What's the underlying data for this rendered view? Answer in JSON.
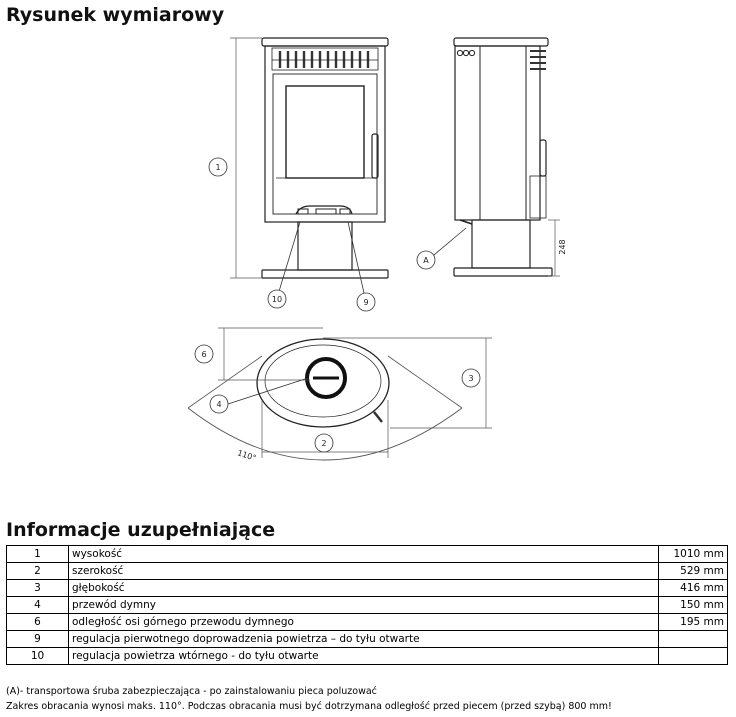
{
  "heading_dimensions": "Rysunek wymiarowy",
  "heading_info": "Informacje uzupełniające",
  "diagram": {
    "callouts": [
      "1",
      "2",
      "3",
      "4",
      "6",
      "9",
      "10",
      "A"
    ],
    "dimension_248": "248",
    "angle_label": "110°"
  },
  "table": [
    {
      "num": "1",
      "desc": "wysokość",
      "value": "1010 mm"
    },
    {
      "num": "2",
      "desc": "szerokość",
      "value": "529 mm"
    },
    {
      "num": "3",
      "desc": "głębokość",
      "value": "416 mm"
    },
    {
      "num": "4",
      "desc": "przewód dymny",
      "value": "150 mm"
    },
    {
      "num": "6",
      "desc": "odległość osi górnego przewodu dymnego",
      "value": "195 mm"
    },
    {
      "num": "9",
      "desc": "regulacja pierwotnego doprowadzenia powietrza – do tyłu otwarte",
      "value": ""
    },
    {
      "num": "10",
      "desc": "regulacja powietrza wtórnego - do tyłu otwarte",
      "value": ""
    }
  ],
  "notes": {
    "transport": "(A)- transportowa śruba zabezpieczająca - po zainstalowaniu pieca poluzować",
    "rotation": "Zakres obracania wynosi maks. 110°. Podczas obracania musi być dotrzymana odległość przed piecem (przed szybą) 800 mm!"
  }
}
